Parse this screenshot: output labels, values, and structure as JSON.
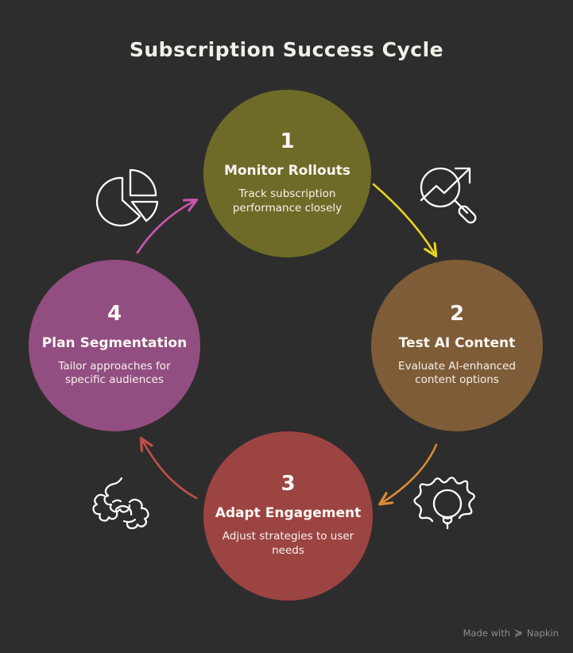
{
  "diagram": {
    "title": "Subscription Success Cycle",
    "type": "cycle",
    "background_color": "#2e2d2d",
    "nodes": [
      {
        "number": "1",
        "title": "Monitor Rollouts",
        "description": "Track subscription performance closely",
        "color": "#6e6b28"
      },
      {
        "number": "2",
        "title": "Test AI Content",
        "description": "Evaluate AI-enhanced content options",
        "color": "#7e5c38"
      },
      {
        "number": "3",
        "title": "Adapt Engagement",
        "description": "Adjust strategies to user needs",
        "color": "#9c4442"
      },
      {
        "number": "4",
        "title": "Plan Segmentation",
        "description": "Tailor approaches for specific audiences",
        "color": "#924e81"
      }
    ],
    "arrows": [
      {
        "from": "1",
        "to": "2",
        "color": "#e8d41c"
      },
      {
        "from": "2",
        "to": "3",
        "color": "#d98b36"
      },
      {
        "from": "3",
        "to": "4",
        "color": "#c0504a"
      },
      {
        "from": "4",
        "to": "1",
        "color": "#cc55b0"
      }
    ],
    "icons": [
      {
        "name": "pie-chart-icon",
        "position": "top-left"
      },
      {
        "name": "trend-magnifier-icon",
        "position": "top-right"
      },
      {
        "name": "lightbulb-gear-icon",
        "position": "bottom-right"
      },
      {
        "name": "teamwork-hands-icon",
        "position": "bottom-left"
      }
    ]
  },
  "watermark": {
    "text_before": "Made with",
    "brand": "Napkin",
    "logo": "≽"
  }
}
